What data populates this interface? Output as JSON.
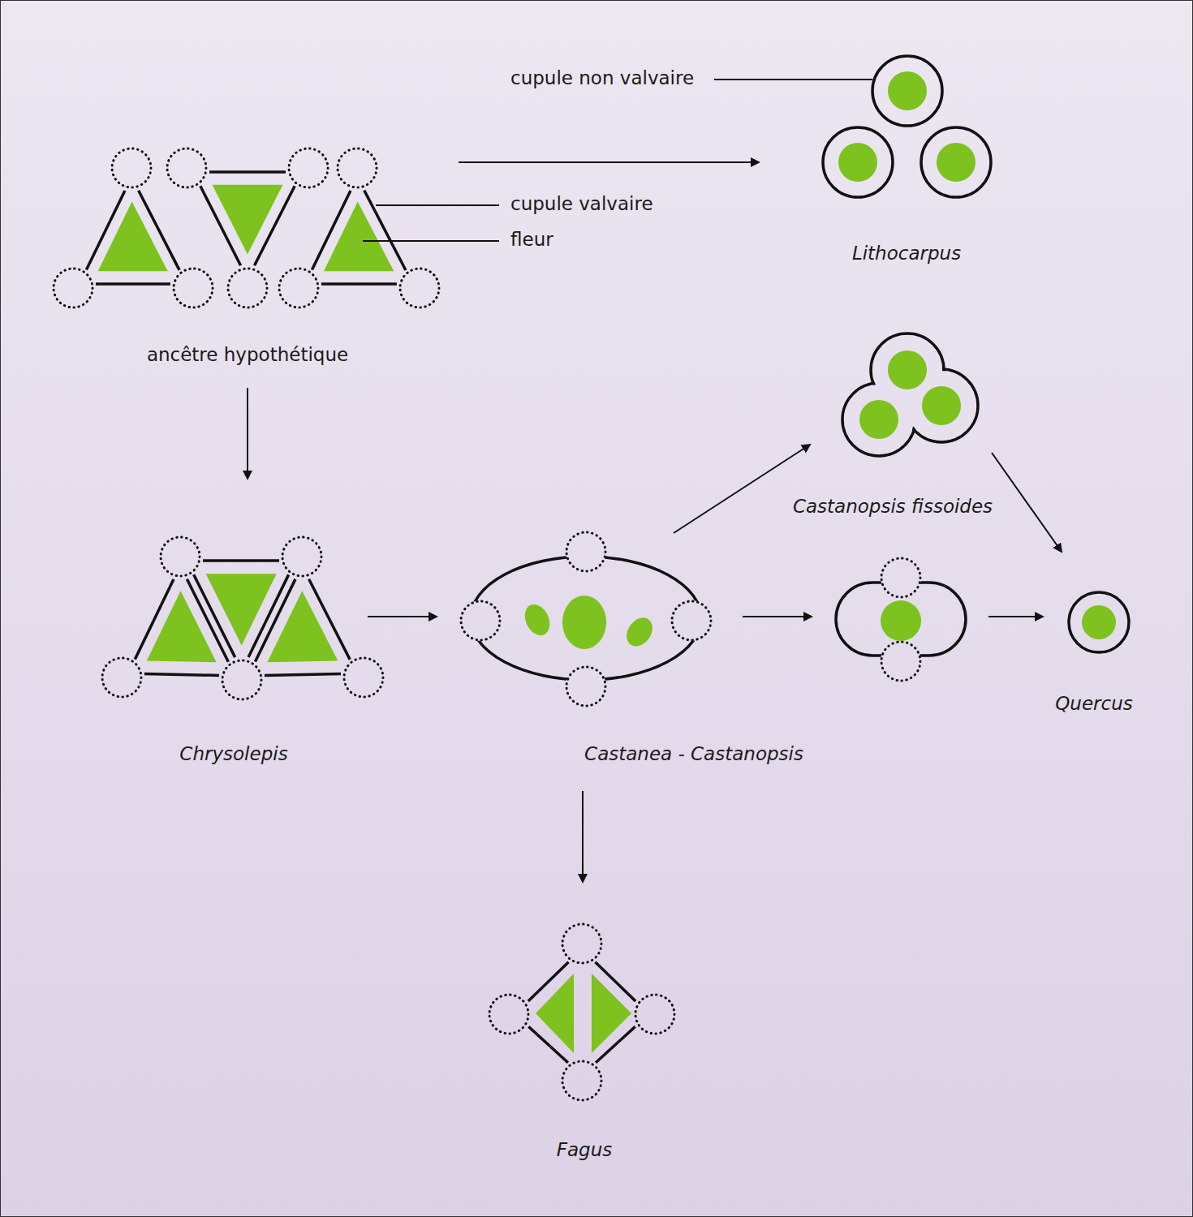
{
  "diagram": {
    "nodes": [
      {
        "text": [
          "ancêtre hypothétique"
        ]
      },
      {
        "text": [
          "Lithocarpus"
        ]
      },
      {
        "text": [
          "Chrysolepis"
        ]
      },
      {
        "text": [
          "Castanea - Castanopsis"
        ]
      },
      {
        "text": []
      },
      {
        "text": [
          "Castanopsis fissoides"
        ]
      },
      {
        "text": [
          "Quercus"
        ]
      },
      {
        "text": [
          "Fagus"
        ]
      }
    ],
    "edges": [
      {
        "from": 0,
        "to": 1,
        "arrow": "to"
      },
      {
        "from": 0,
        "to": 2,
        "arrow": "to"
      },
      {
        "from": 2,
        "to": 3,
        "arrow": "to"
      },
      {
        "from": 3,
        "to": 5,
        "arrow": "to"
      },
      {
        "from": 3,
        "to": 4,
        "arrow": "to"
      },
      {
        "from": 4,
        "to": 6,
        "arrow": "to"
      },
      {
        "from": 5,
        "to": 6,
        "arrow": "to"
      },
      {
        "from": 3,
        "to": 7,
        "arrow": "to"
      }
    ],
    "labels": [
      "cupule non valvaire",
      "cupule valvaire",
      "fleur"
    ]
  }
}
